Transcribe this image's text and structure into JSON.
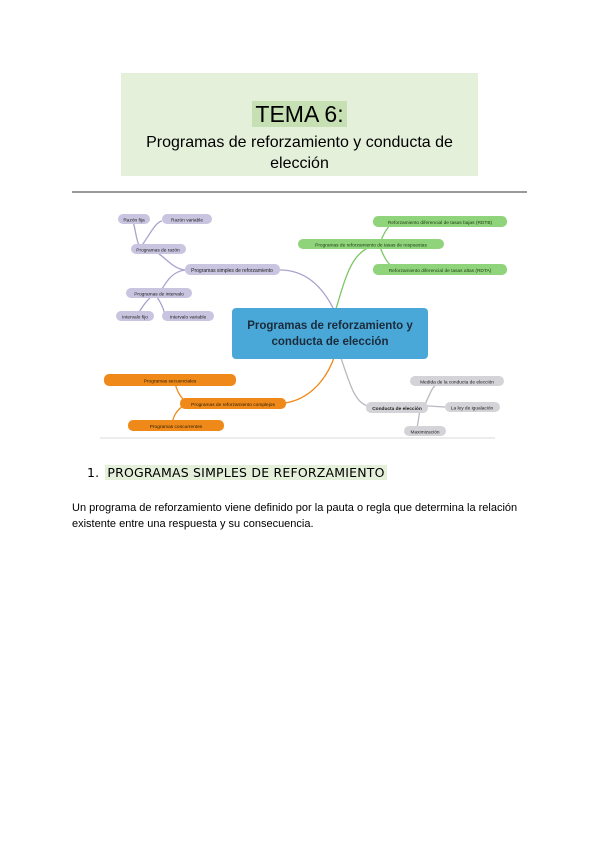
{
  "header": {
    "title": "TEMA 6:",
    "subtitle": "Programas de reforzamiento y conducta de elección"
  },
  "mindmap": {
    "center": [
      "Programas de reforzamiento y",
      "conducta de elección"
    ],
    "simple": {
      "label": "Programas simples de reforzamiento",
      "razon": {
        "label": "Programas de razón",
        "children": [
          "Razón fija",
          "Razón variable"
        ]
      },
      "intervalo": {
        "label": "Programas de intervalo",
        "children": [
          "Intervalo fijo",
          "Intervalo variable"
        ]
      }
    },
    "tasas": {
      "label": "Programas de reforzamiento de tasas de respuestas",
      "children": [
        "Reforzamiento diferencial de tasas bajas (RDTB)",
        "Reforzamiento diferencial de tasas altas (RDTA)"
      ]
    },
    "complejos": {
      "label": "Programas de reforzamiento complejos",
      "children": [
        "Programas secuenciales",
        "Programas concurrentes"
      ]
    },
    "eleccion": {
      "label": "Conducta de elección",
      "children": [
        "Medida de la conducta de elección",
        "La ley de igualación",
        "Maximización"
      ]
    },
    "colors": {
      "center": "#4aa8d8",
      "simple": "#c9c4e0",
      "tasas": "#8fd47a",
      "complejos": "#ef8a1a",
      "eleccion": "#d3d3d8"
    }
  },
  "section": {
    "number": "1.",
    "title": "PROGRAMAS SIMPLES DE REFORZAMIENTO"
  },
  "body": {
    "paragraph": "Un programa de reforzamiento viene definido por la pauta o regla que determina la relación existente entre una respuesta y su consecuencia."
  }
}
